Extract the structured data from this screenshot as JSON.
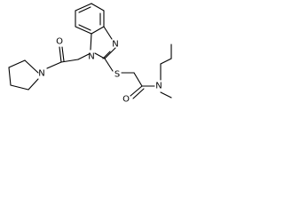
{
  "atoms": [
    {
      "id": "n_imid_top",
      "symbol": "N"
    },
    {
      "id": "n_imid_bot",
      "symbol": "N"
    },
    {
      "id": "o_left",
      "symbol": "O"
    },
    {
      "id": "n_pyrrolidine",
      "symbol": "N"
    },
    {
      "id": "s_thio",
      "symbol": "S"
    },
    {
      "id": "o_right",
      "symbol": "O"
    },
    {
      "id": "n_piperidine",
      "symbol": "N"
    }
  ]
}
